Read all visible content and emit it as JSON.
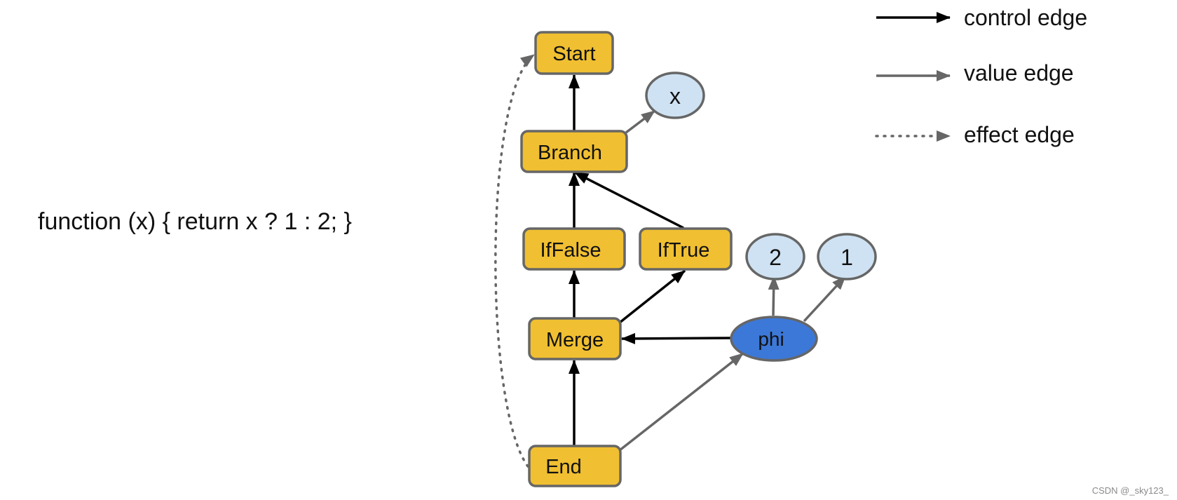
{
  "code_snippet": "function (x) { return x ? 1 : 2; }",
  "legend": {
    "control": "control edge",
    "value": "value edge",
    "effect": "effect edge"
  },
  "nodes": {
    "start": "Start",
    "branch": "Branch",
    "x": "x",
    "iffalse": "IfFalse",
    "iftrue": "IfTrue",
    "const2": "2",
    "const1": "1",
    "merge": "Merge",
    "phi": "phi",
    "end": "End"
  },
  "colors": {
    "control_node": "#f0bf32",
    "value_node": "#cfe2f3",
    "phi_node": "#3c78d8",
    "node_border": "#666666",
    "control_edge": "#000000",
    "value_edge": "#666666",
    "effect_edge": "#666666"
  },
  "watermark": "CSDN @_sky123_"
}
